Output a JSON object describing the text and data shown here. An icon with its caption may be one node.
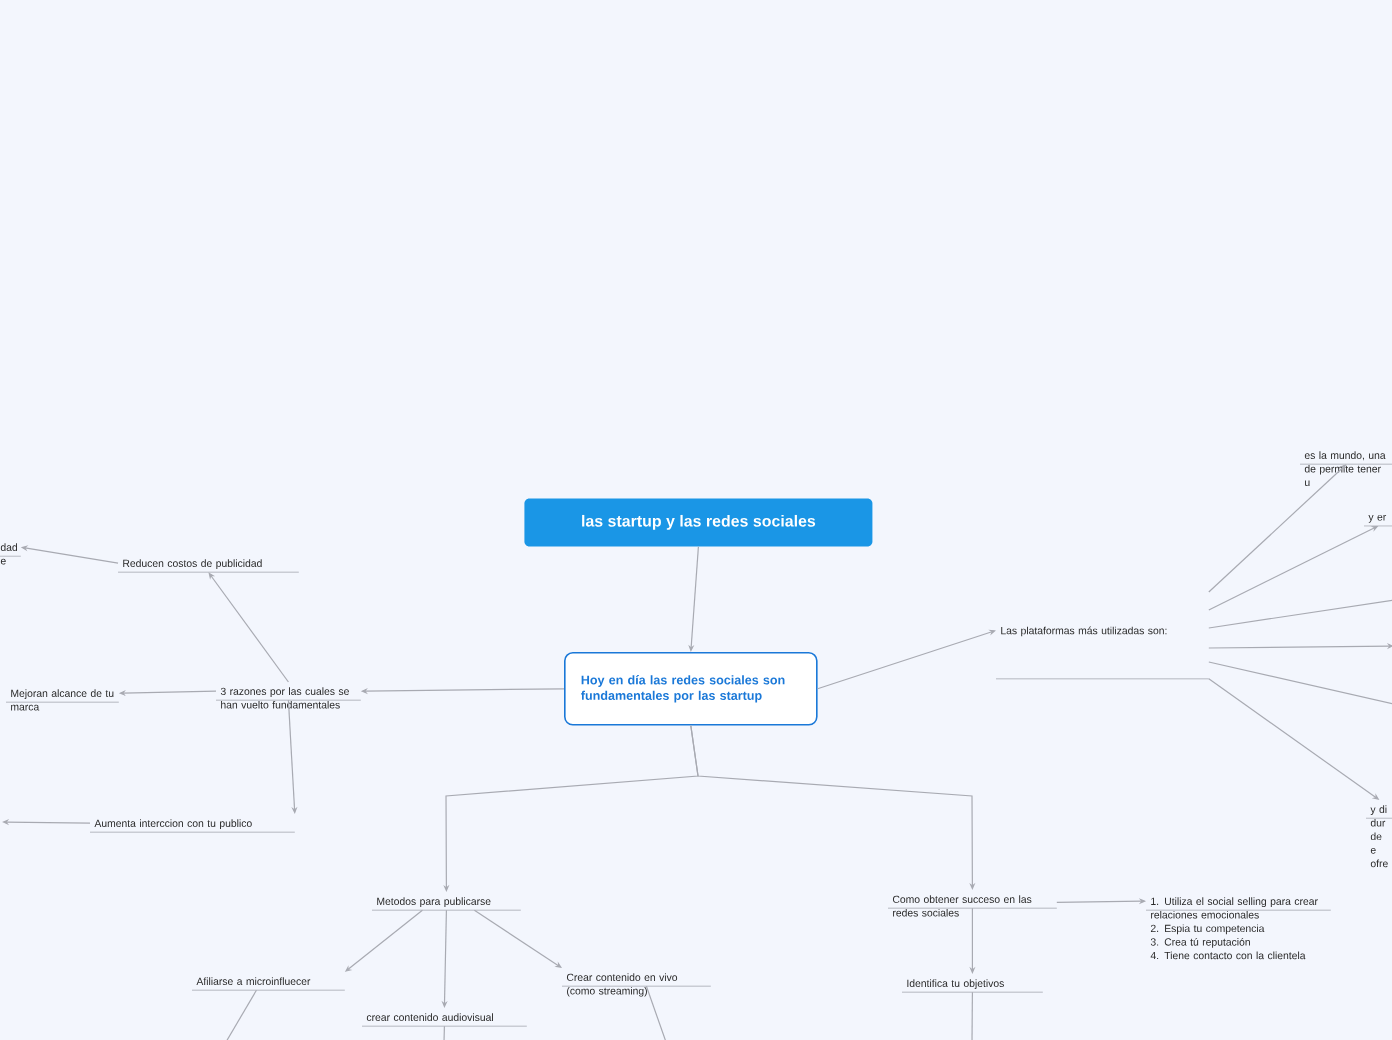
{
  "diagram": {
    "nodes": [
      {
        "text": [
          "las startup y las redes sociales"
        ]
      },
      {
        "text": [
          "Hoy en día las redes sociales son fundamentales por las startup"
        ]
      },
      {
        "text": [
          "3 razones por las cuales se han vuelto fundamentales"
        ]
      },
      {
        "text": [
          "Reducen costos de publicidad"
        ]
      },
      {
        "text": [
          "dad e"
        ]
      },
      {
        "text": [
          "Mejoran alcance de tu marca"
        ]
      },
      {
        "text": [
          "Aumenta interccion con tu publico"
        ]
      },
      {
        "text": [
          "Las plataformas más utilizadas son:"
        ]
      },
      {
        "text": [
          "es la mundo, una de permite tener u"
        ]
      },
      {
        "text": [
          "y er"
        ]
      },
      {
        "text": [
          "y di dur de e ofre"
        ]
      },
      {
        "text": [
          "Metodos para publicarse"
        ]
      },
      {
        "text": [
          "Afiliarse a microinfluecer"
        ]
      },
      {
        "text": [
          "crear contenido audiovisual"
        ]
      },
      {
        "text": [
          "Crear contenido en vivo (como streaming)"
        ]
      },
      {
        "text": [
          "Como obtener succeso en las redes sociales"
        ]
      },
      {
        "text": [
          "Identifica tu objetivos"
        ]
      },
      {
        "text": [
          "1. Utiliza el social selling para crear relaciones emocionales",
          "2. Espia tu competencia",
          "3. Crea tú reputación",
          "4. Tiene contacto con la clientela"
        ]
      }
    ],
    "edges": [
      {
        "from": 0,
        "to": 1,
        "arrow": "to"
      },
      {
        "from": 1,
        "to": 2,
        "arrow": "to"
      },
      {
        "from": 2,
        "to": 3,
        "arrow": "to"
      },
      {
        "from": 3,
        "to": 4,
        "arrow": "to"
      },
      {
        "from": 2,
        "to": 5,
        "arrow": "to"
      },
      {
        "from": 2,
        "to": 6,
        "arrow": "to"
      },
      {
        "from": 6,
        "to": null,
        "arrow": "to"
      },
      {
        "from": 1,
        "to": 7,
        "arrow": "to"
      },
      {
        "from": 7,
        "to": 8,
        "arrow": "to"
      },
      {
        "from": 7,
        "to": 9,
        "arrow": "to"
      },
      {
        "from": 7,
        "to": null,
        "arrow": "none"
      },
      {
        "from": 7,
        "to": null,
        "arrow": "to"
      },
      {
        "from": 7,
        "to": null,
        "arrow": "none"
      },
      {
        "from": 7,
        "to": 10,
        "arrow": "to"
      },
      {
        "from": 1,
        "to": 11,
        "arrow": "to"
      },
      {
        "from": 1,
        "to": 15,
        "arrow": "to"
      },
      {
        "from": 11,
        "to": 12,
        "arrow": "to"
      },
      {
        "from": 11,
        "to": 13,
        "arrow": "to"
      },
      {
        "from": 11,
        "to": 14,
        "arrow": "to"
      },
      {
        "from": 15,
        "to": 17,
        "arrow": "to"
      },
      {
        "from": 15,
        "to": 16,
        "arrow": "to"
      },
      {
        "from": 12,
        "to": null,
        "arrow": "none"
      },
      {
        "from": 13,
        "to": null,
        "arrow": "none"
      },
      {
        "from": 14,
        "to": null,
        "arrow": "none"
      },
      {
        "from": 16,
        "to": null,
        "arrow": "none"
      }
    ]
  }
}
